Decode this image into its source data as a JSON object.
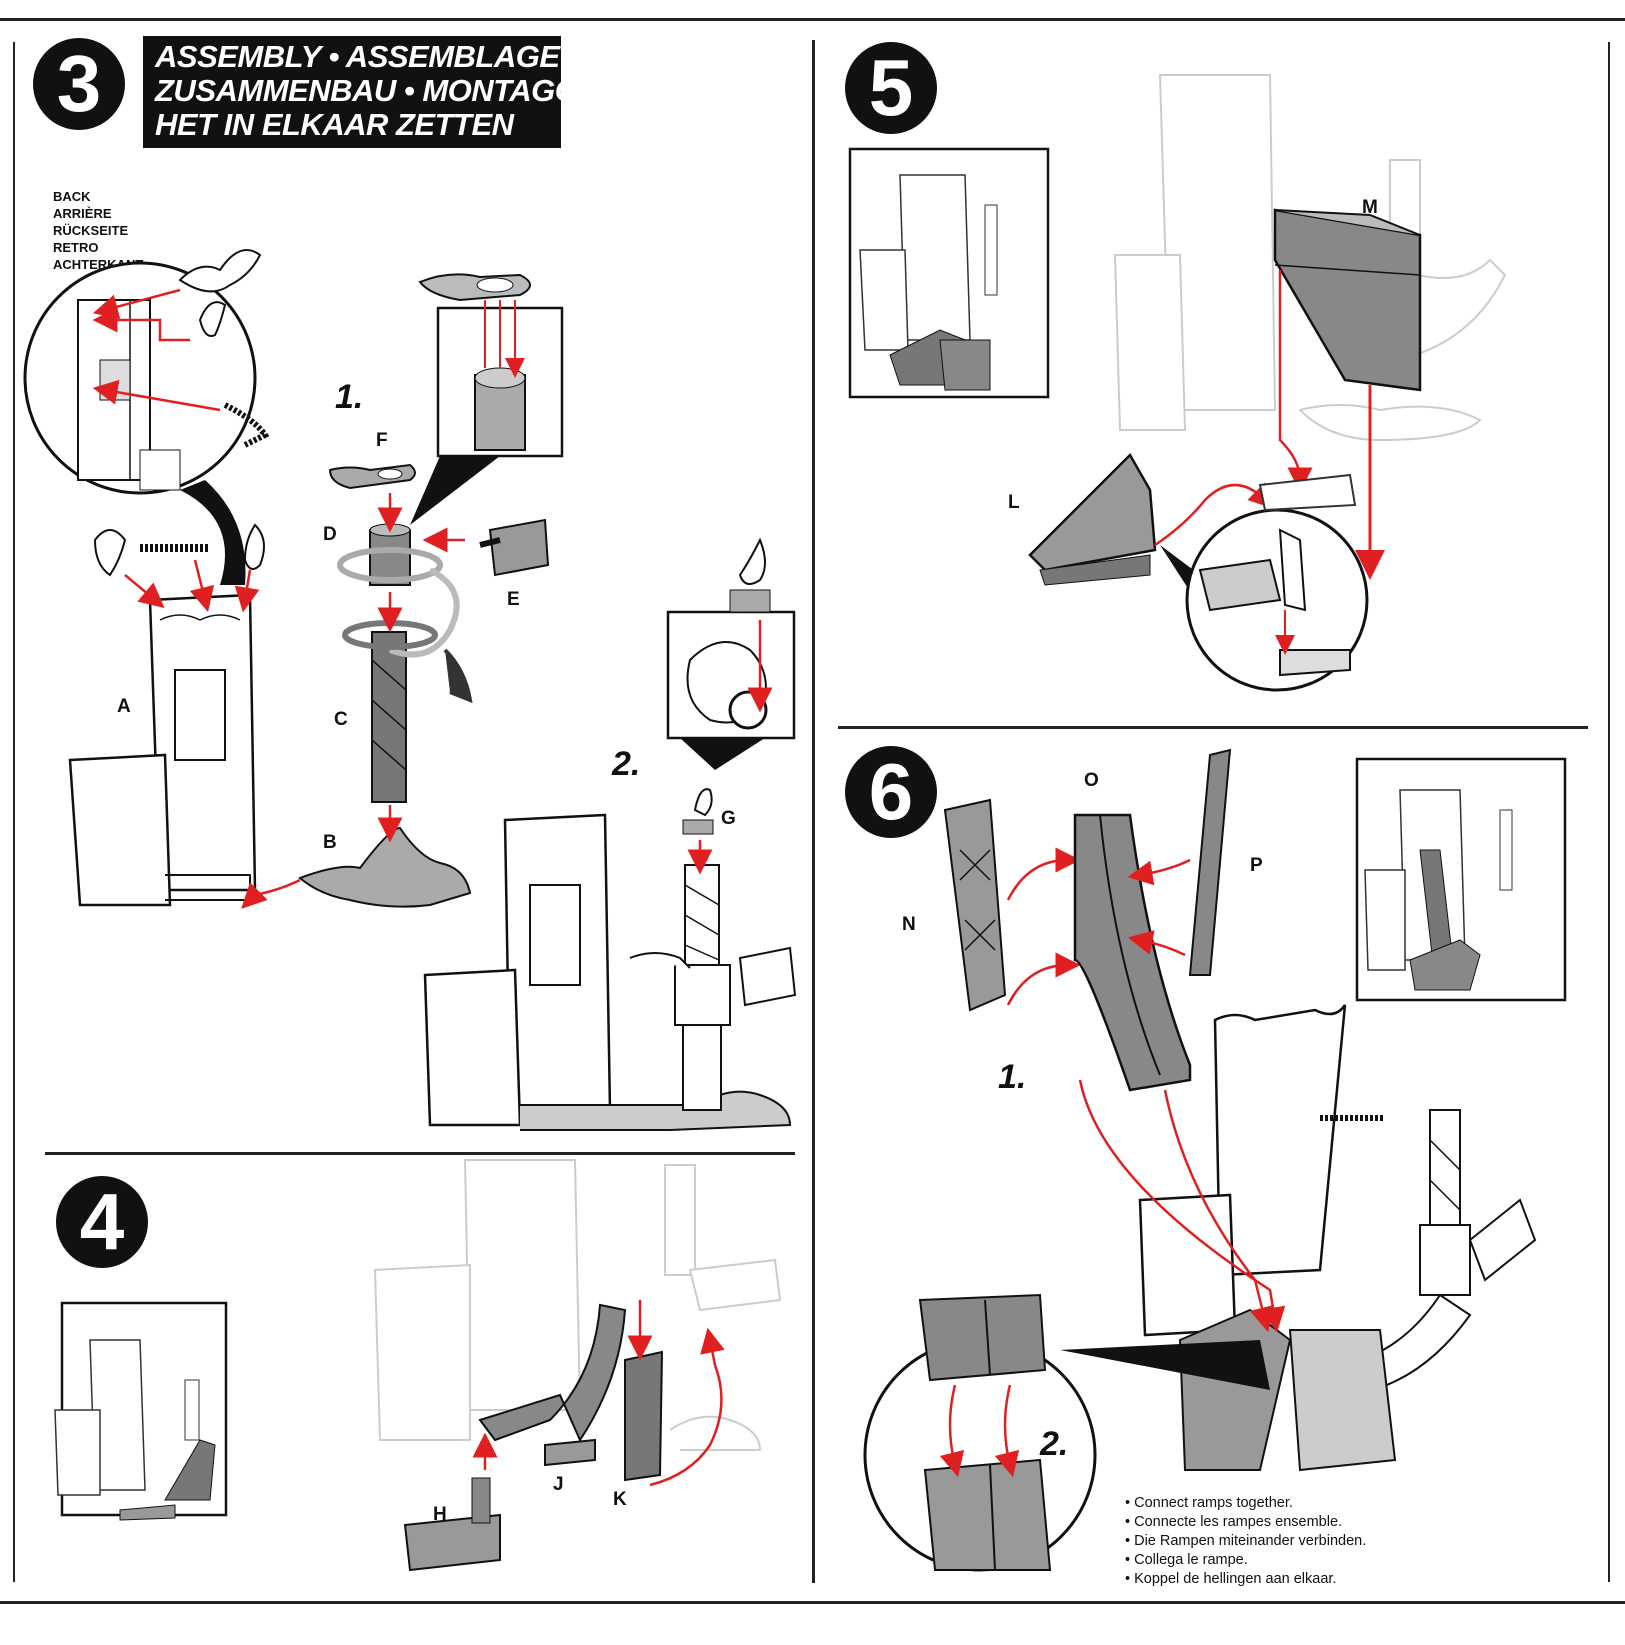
{
  "steps": {
    "s3": "3",
    "s4": "4",
    "s5": "5",
    "s6": "6"
  },
  "title": {
    "line1": "ASSEMBLY • ASSEMBLAGE",
    "line2": "ZUSAMMENBAU • MONTAGGIO",
    "line3": "HET IN ELKAAR ZETTEN"
  },
  "back_labels": [
    "BACK",
    "ARRIÈRE",
    "RÜCKSEITE",
    "RETRO",
    "ACHTERKANT"
  ],
  "substeps": {
    "s3_1": "1.",
    "s3_2": "2.",
    "s6_1": "1.",
    "s6_2": "2."
  },
  "parts": {
    "A": "A",
    "B": "B",
    "C": "C",
    "D": "D",
    "E": "E",
    "F": "F",
    "G": "G",
    "H": "H",
    "J": "J",
    "K": "K",
    "L": "L",
    "M": "M",
    "N": "N",
    "O": "O",
    "P": "P"
  },
  "note": [
    "• Connect ramps together.",
    "• Connecte les rampes ensemble.",
    "• Die Rampen miteinander verbinden.",
    "• Collega le rampe.",
    "• Koppel de hellingen aan elkaar."
  ],
  "colors": {
    "arrow": "#e02020",
    "ink": "#111111",
    "part_gray": "#8a8a8a",
    "ghost": "#c8c8c8"
  }
}
